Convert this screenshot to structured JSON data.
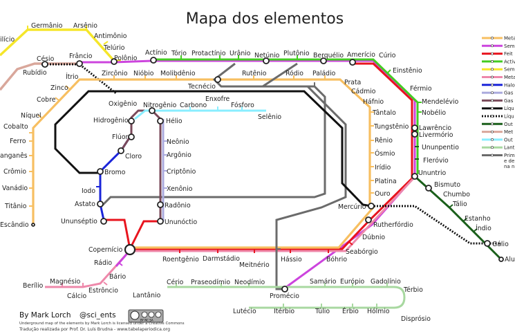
{
  "title": "Mapa dos elementos",
  "credits": {
    "author": "By Mark Lorch",
    "handle": "@sci_ents",
    "license_note": "Underground map of the elements by Mark Lorch is licensed under a Creative Commons",
    "translation": "Tradução realizada por Prof. Dr. Luís Brudna - www.tabelaperiodica.org",
    "cc_badge": "BY NC SA"
  },
  "colors": {
    "alkali": "#f5e62a",
    "alkaline_earth": "#d9a79b",
    "transition": "#f7bf61",
    "post_transition": "#6b6b6b",
    "metalloid": "#cc44dd",
    "nonmetal": "#1f8f1f",
    "halogen": "#1a24d9",
    "noble_gas": "#8888cc",
    "gas": "#7a4a5a",
    "lanthanide": "#a8d8a0",
    "actinide": "#1f6f1f",
    "red": "#e8141e",
    "green": "#44cc22",
    "cyan": "#88eeff",
    "pink": "#ee88aa",
    "liquid": "#111111",
    "other": "#1a5f1a"
  },
  "legend": [
    {
      "label": "Meta",
      "color": "#f7bf61",
      "style": "solid"
    },
    {
      "label": "Sem",
      "color": "#cc44dd",
      "style": "solid"
    },
    {
      "label": "Feit",
      "color": "#e8141e",
      "style": "solid"
    },
    {
      "label": "Activ",
      "color": "#44cc22",
      "style": "solid"
    },
    {
      "label": "Sem",
      "color": "#f5e62a",
      "style": "solid"
    },
    {
      "label": "Meta",
      "color": "#ee88aa",
      "style": "solid"
    },
    {
      "label": "Halo",
      "color": "#1a24d9",
      "style": "solid"
    },
    {
      "label": "Gas",
      "color": "#aaaadd",
      "style": "solid"
    },
    {
      "label": "Gas",
      "color": "#7a4a5a",
      "style": "solid"
    },
    {
      "label": "Líqu",
      "color": "#111111",
      "style": "solid"
    },
    {
      "label": "Líqu",
      "color": "#111111",
      "style": "dotted"
    },
    {
      "label": "Out",
      "color": "#1a5f1a",
      "style": "solid"
    },
    {
      "label": "Met",
      "color": "#d9a79b",
      "style": "solid"
    },
    {
      "label": "Out",
      "color": "#88eeff",
      "style": "solid"
    },
    {
      "label": "Lant",
      "color": "#a8d8a0",
      "style": "solid"
    },
    {
      "label": "Prim",
      "color": "#6b6b6b",
      "style": "solid"
    }
  ],
  "legend_extra": [
    "e de",
    "na n"
  ],
  "stations": {
    "alicio": "ilício",
    "germanio": "Germânio",
    "arsenio": "Arsênio",
    "antimonio": "Antimônio",
    "telurio": "Telúrio",
    "cesio": "Césio",
    "rubidio": "Rubídio",
    "francio": "Frâncio",
    "polonio": "Polônio",
    "actinio": "Actínio",
    "torio": "Tório",
    "protactinio": "Protactínio",
    "uranio": "Urânio",
    "neturio": "Netúnio",
    "plutonio": "Plutônio",
    "berquelio": "Berquélio",
    "americio": "Amerício",
    "curio": "Cúrio",
    "einstenio": "Einstênio",
    "fermio": "Férmio",
    "mendelevio": "Mendelévio",
    "nobelio": "Nobélio",
    "lawrencio": "Lawrêncio",
    "livermorio": "Livermório",
    "ununpentio": "Ununpentio",
    "flerovio": "Fleróvio",
    "ununtrio": "Ununtrio",
    "bismuto": "Bismuto",
    "chumbo": "Chumbo",
    "talio": "Tálio",
    "estanho": "Estanho",
    "indio": "Índio",
    "galio": "Gálio",
    "alu": "Alu",
    "itrio": "Ítrio",
    "zinco": "Zinco",
    "cobre": "Cobre",
    "niquel": "Níquel",
    "cobalto": "Cobalto",
    "ferro": "Ferro",
    "manganes": "anganês",
    "cromio": "Crômio",
    "vanadio": "Vanádio",
    "titanio": "Titânio",
    "escandio": "Escândio",
    "zirconio": "Zircônio",
    "niobio": "Nióbio",
    "molibdenio": "Molibdênio",
    "tecnecio": "Tecnécio",
    "rutenio": "Rutênio",
    "rodio": "Ródio",
    "paladio": "Paládio",
    "prata": "Prata",
    "cadmio": "Cádmio",
    "hafnio": "Háfnio",
    "tantalo": "Tântalo",
    "tungstenio": "Tungstênio",
    "renio": "Rênio",
    "osmio": "Ósmio",
    "iridio": "Irídio",
    "platina": "Platina",
    "ouro": "Ouro",
    "mercurio": "Mercúrio",
    "rutherfordio": "Rutherfórdio",
    "dubnio": "Dúbnio",
    "seaborgio": "Seabórgio",
    "bohrio": "Bóhrio",
    "hassio": "Hássio",
    "meitnerio": "Meitnério",
    "darmstadio": "Darmstádio",
    "roentgenio": "Roentgênio",
    "copernicio": "Copernício",
    "oxigenio": "Oxigênio",
    "nitrogenio": "Nitrogênio",
    "carbono": "Carbono",
    "enxofre": "Enxofre",
    "fosforo": "Fósforo",
    "selenio": "Selênio",
    "hidrogenio": "Hidrogênio",
    "helio": "Hélio",
    "fluor": "Flúor",
    "cloro": "Cloro",
    "neonio": "Neônio",
    "argonio": "Argônio",
    "bromo": "Bromo",
    "criptonio": "Criptônio",
    "iodo": "Iodo",
    "xenonio": "Xenônio",
    "astato": "Astato",
    "radonio": "Radônio",
    "ununseptio": "Ununséptio",
    "ununoctio": "Ununóctio",
    "radio": "Rádio",
    "bario": "Bário",
    "estroncio": "Estrôncio",
    "calcio": "Cálcio",
    "magnesio": "Magnésio",
    "berilio": "Berílio",
    "lantanio": "Lantânio",
    "cerio": "Cério",
    "praseodimio": "Praseodímio",
    "neodimio": "Neodímio",
    "promecio": "Promécio",
    "samario": "Samário",
    "europio": "Európio",
    "gadolinio": "Gadolínio",
    "terbio": "Térbio",
    "disprosio": "Disprósio",
    "holmio": "Hólmio",
    "erbio": "Érbio",
    "tulio": "Túlio",
    "iterbio": "Itérbio",
    "lutecio": "Lutécio"
  }
}
